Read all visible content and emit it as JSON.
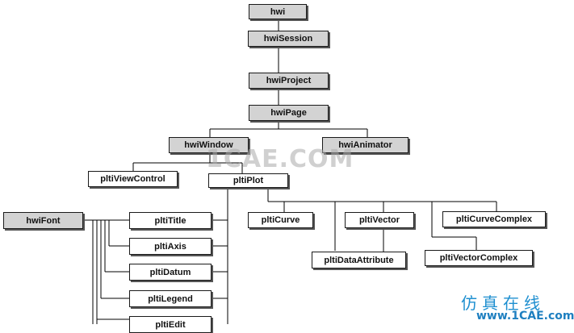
{
  "nodes": {
    "hwi": "hwi",
    "hwiSession": "hwiSession",
    "hwiProject": "hwiProject",
    "hwiPage": "hwiPage",
    "hwiWindow": "hwiWindow",
    "hwiAnimator": "hwiAnimator",
    "pltiViewControl": "pltiViewControl",
    "pltiPlot": "pltiPlot",
    "hwiFont": "hwiFont",
    "pltiTitle": "pltiTitle",
    "pltiAxis": "pltiAxis",
    "pltiDatum": "pltiDatum",
    "pltiLegend": "pltiLegend",
    "pltiEdit": "pltiEdit",
    "pltiCurve": "pltiCurve",
    "pltiVector": "pltiVector",
    "pltiCurveComplex": "pltiCurveComplex",
    "pltiDataAttribute": "pltiDataAttribute",
    "pltiVectorComplex": "pltiVectorComplex"
  },
  "watermark": {
    "site": "1CAE.COM",
    "brand_cn": "仿真在线",
    "brand_url": "www.1CAE.com"
  },
  "colors": {
    "node_fill": "#d3d3d3",
    "line": "#000000",
    "brand": "#1e8fd0"
  }
}
